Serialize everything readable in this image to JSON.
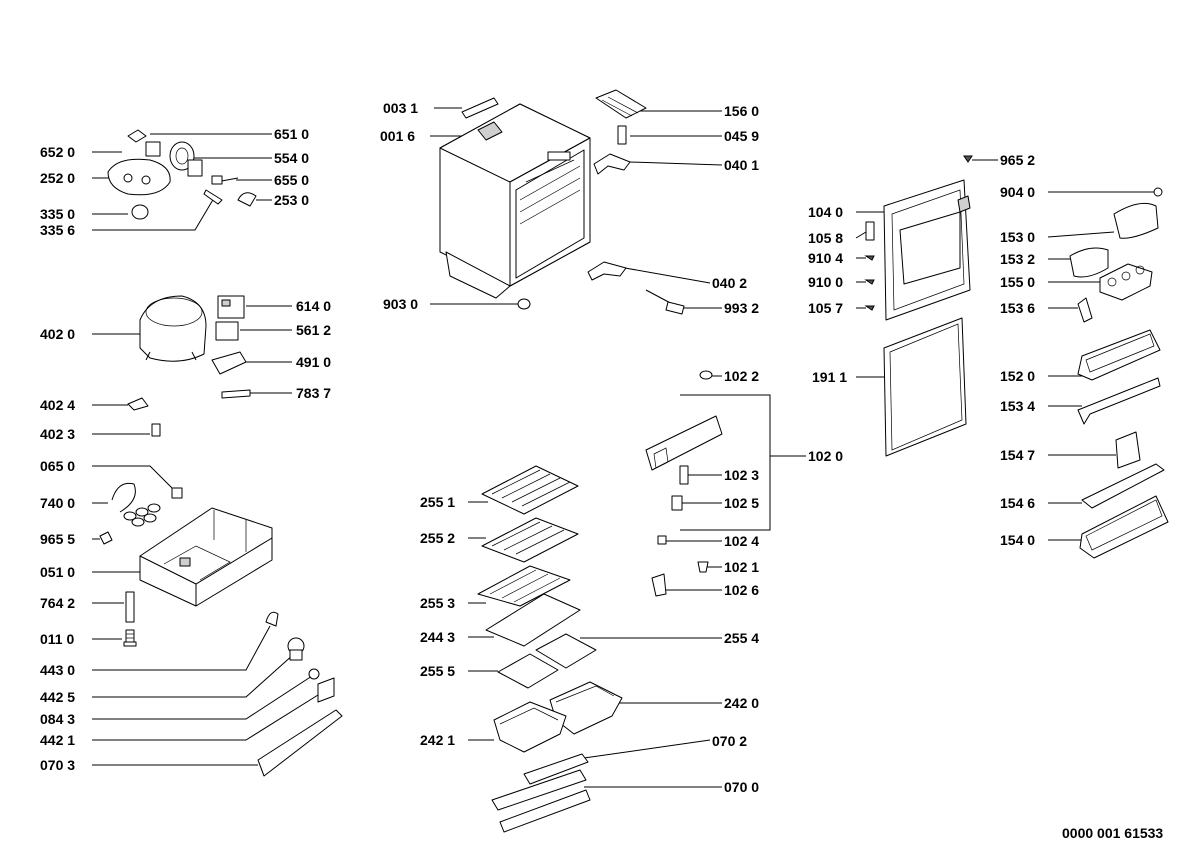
{
  "labels": {
    "p0031": "003 1",
    "p0016": "001 6",
    "p1560": "156 0",
    "p0459": "045 9",
    "p0401": "040 1",
    "p0402": "040 2",
    "p9032": "993 2",
    "p9030": "903 0",
    "p6510": "651 0",
    "p6520": "652 0",
    "p5540": "554 0",
    "p2520": "252 0",
    "p6550": "655 0",
    "p2530": "253 0",
    "p3350": "335 0",
    "p3356": "335 6",
    "p6140": "614 0",
    "p4020": "402 0",
    "p5612": "561 2",
    "p4910": "491 0",
    "p7837": "783 7",
    "p4024": "402 4",
    "p4023": "402 3",
    "p0650": "065 0",
    "p7400": "740 0",
    "p9655": "965 5",
    "p0510": "051 0",
    "p7642": "764 2",
    "p0110": "011 0",
    "p4430": "443 0",
    "p4425": "442 5",
    "p0843": "084 3",
    "p4421": "442 1",
    "p0703": "070 3",
    "p9652": "965 2",
    "p9040": "904 0",
    "p1040": "104 0",
    "p1530": "153 0",
    "p1058": "105 8",
    "p1532": "153 2",
    "p9104": "910 4",
    "p9100": "910 0",
    "p1550": "155 0",
    "p1057": "105 7",
    "p1536": "153 6",
    "p1911": "191 1",
    "p1520": "152 0",
    "p1534": "153 4",
    "p1547": "154 7",
    "p1546": "154 6",
    "p1540": "154 0",
    "p1022": "102 2",
    "p1020": "102 0",
    "p1023": "102 3",
    "p1025": "102 5",
    "p1024": "102 4",
    "p1021": "102 1",
    "p1026": "102 6",
    "p2551": "255 1",
    "p2552": "255 2",
    "p2553": "255 3",
    "p2443": "244 3",
    "p2554": "255 4",
    "p2555": "255 5",
    "p2420": "242 0",
    "p2421": "242 1",
    "p0702": "070 2",
    "p0700": "070 0",
    "docnum": "0000 001 61533"
  }
}
